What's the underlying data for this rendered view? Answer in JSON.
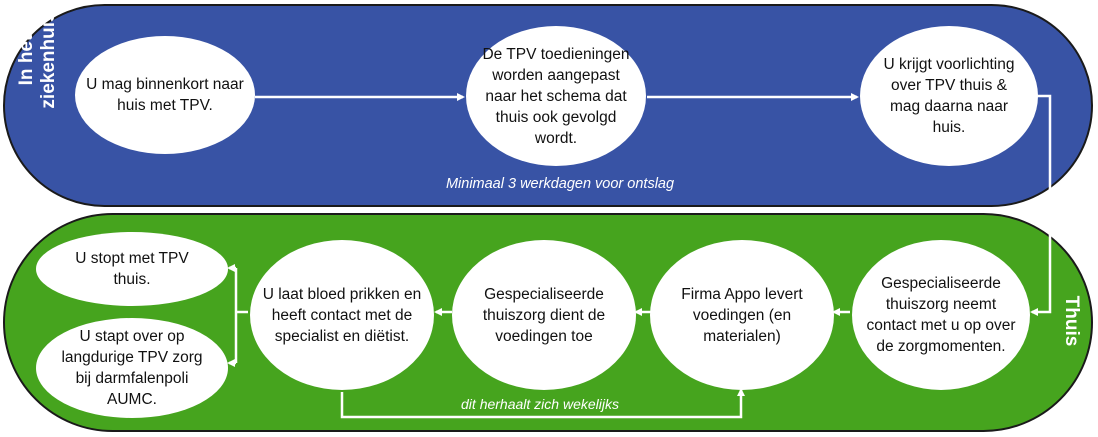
{
  "bands": {
    "hospital": {
      "label": "In het\nziekenhuis",
      "note": "Minimaal 3 werkdagen voor ontslag"
    },
    "home": {
      "label": "Thuis",
      "note": "dit herhaalt zich wekelijks"
    }
  },
  "steps": {
    "s1": "U mag binnenkort naar huis met TPV.",
    "s2": "De TPV toedieningen worden aangepast naar het schema dat thuis ook gevolgd wordt.",
    "s3": "U krijgt voorlichting over TPV thuis & mag daarna naar huis.",
    "s4": "Gespecialiseerde thuiszorg neemt contact met u op over de zorgmomenten.",
    "s5": "Firma Appo levert voedingen (en materialen)",
    "s6": "Gespecialiseerde thuiszorg dient de voedingen toe",
    "s7": "U laat bloed prikken en heeft contact met de specialist en diëtist.",
    "s8": "U stopt met TPV thuis.",
    "s9": "U stapt over op langdurige TPV zorg bij darmfalenpoli AUMC."
  },
  "colors": {
    "hospital": "#3853a5",
    "home": "#46a41e",
    "arrow": "#ffffff"
  }
}
